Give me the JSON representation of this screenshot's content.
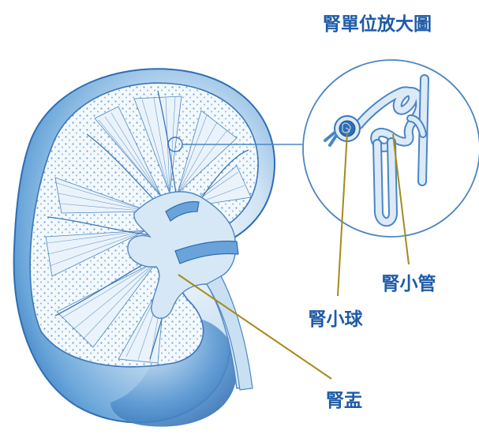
{
  "title": "腎單位放大圖",
  "labels": {
    "tubule": "腎小管",
    "glomerulus": "腎小球",
    "pelvis": "腎盂"
  },
  "colors": {
    "label_text": "#1e5aa8",
    "leader_line": "#a58a1c",
    "kidney_blue": "#4a8fd0",
    "kidney_light": "#dcebf7",
    "outline": "#6f9fcc"
  }
}
